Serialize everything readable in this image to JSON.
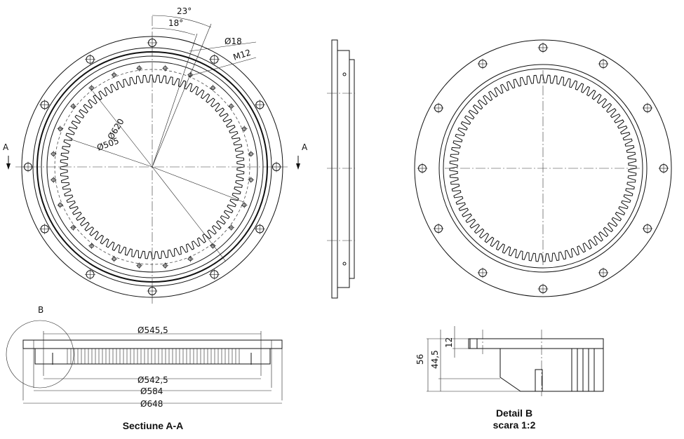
{
  "main_view": {
    "angle_23": "23°",
    "angle_18": "18°",
    "dia_18": "Ø18",
    "thread": "M12",
    "dia_620": "Ø620",
    "dia_505": "Ø505",
    "section_mark_left": "A",
    "section_mark_right": "A",
    "gear_teeth": 84
  },
  "section": {
    "detail_mark": "B",
    "dia_545": "Ø545,5",
    "dia_542": "Ø542,5",
    "dia_584": "Ø584",
    "dia_648": "Ø648",
    "title": "Sectiune A-A"
  },
  "detail": {
    "dim_56": "56",
    "dim_44": "44,5",
    "dim_12": "12",
    "title": "Detail B",
    "scale": "scara 1:2"
  }
}
